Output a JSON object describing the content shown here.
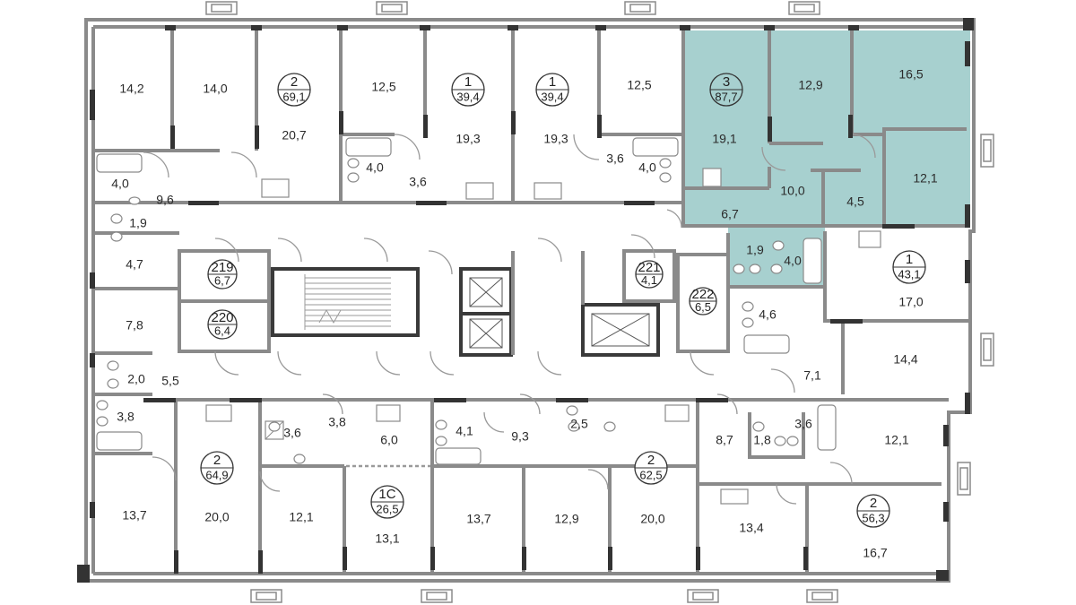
{
  "colors": {
    "highlight": "#a7d0cf",
    "wall": "#8a8a8a",
    "dark_wall": "#3a3a3a",
    "background": "#ffffff"
  },
  "apartments": [
    {
      "id": "apt-2-691",
      "rooms": "2",
      "area": "69,1"
    },
    {
      "id": "apt-1-394-a",
      "rooms": "1",
      "area": "39,4"
    },
    {
      "id": "apt-1-394-b",
      "rooms": "1",
      "area": "39,4"
    },
    {
      "id": "apt-3-877",
      "rooms": "3",
      "area": "87,7",
      "highlighted": true
    },
    {
      "id": "apt-1-431",
      "rooms": "1",
      "area": "43,1"
    },
    {
      "id": "apt-2-649",
      "rooms": "2",
      "area": "64,9"
    },
    {
      "id": "apt-1c-265",
      "rooms": "1С",
      "area": "26,5"
    },
    {
      "id": "apt-2-625",
      "rooms": "2",
      "area": "62,5"
    },
    {
      "id": "apt-2-563",
      "rooms": "2",
      "area": "56,3"
    },
    {
      "id": "storage-219",
      "rooms": "219",
      "area": "6,7"
    },
    {
      "id": "storage-220",
      "rooms": "220",
      "area": "6,4"
    },
    {
      "id": "storage-221",
      "rooms": "221",
      "area": "4,1"
    },
    {
      "id": "storage-222",
      "rooms": "222",
      "area": "6,5"
    }
  ],
  "rooms": [
    "14,2",
    "14,0",
    "20,7",
    "12,5",
    "19,3",
    "19,3",
    "12,5",
    "12,9",
    "16,5",
    "4,0",
    "9,6",
    "4,0",
    "1,9",
    "3,6",
    "3,6",
    "4,0",
    "19,1",
    "10,0",
    "12,1",
    "4,5",
    "6,7",
    "1,9",
    "4,0",
    "4,7",
    "17,0",
    "7,8",
    "4,6",
    "14,4",
    "7,1",
    "2,0",
    "5,5",
    "3,8",
    "3,6",
    "3,8",
    "6,0",
    "4,1",
    "9,3",
    "2,5",
    "8,7",
    "1,8",
    "3,6",
    "12,1",
    "13,7",
    "20,0",
    "12,1",
    "13,1",
    "13,7",
    "12,9",
    "20,0",
    "13,4",
    "16,7"
  ]
}
